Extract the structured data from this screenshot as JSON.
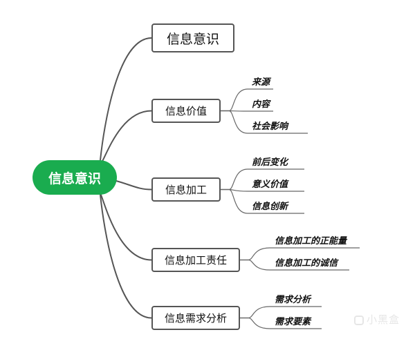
{
  "root": {
    "label": "信息意识",
    "color": "#1aac4f"
  },
  "branches": [
    {
      "label": "信息意识",
      "children": []
    },
    {
      "label": "信息价值",
      "children": [
        "来源",
        "内容",
        "社会影响"
      ]
    },
    {
      "label": "信息加工",
      "children": [
        "前后变化",
        "意义价值",
        "信息创新"
      ]
    },
    {
      "label": "信息加工责任",
      "children": [
        "信息加工的正能量",
        "信息加工的诚信"
      ]
    },
    {
      "label": "信息需求分析",
      "children": [
        "需求分析",
        "需求要素"
      ]
    }
  ],
  "watermark": "小黑盒"
}
